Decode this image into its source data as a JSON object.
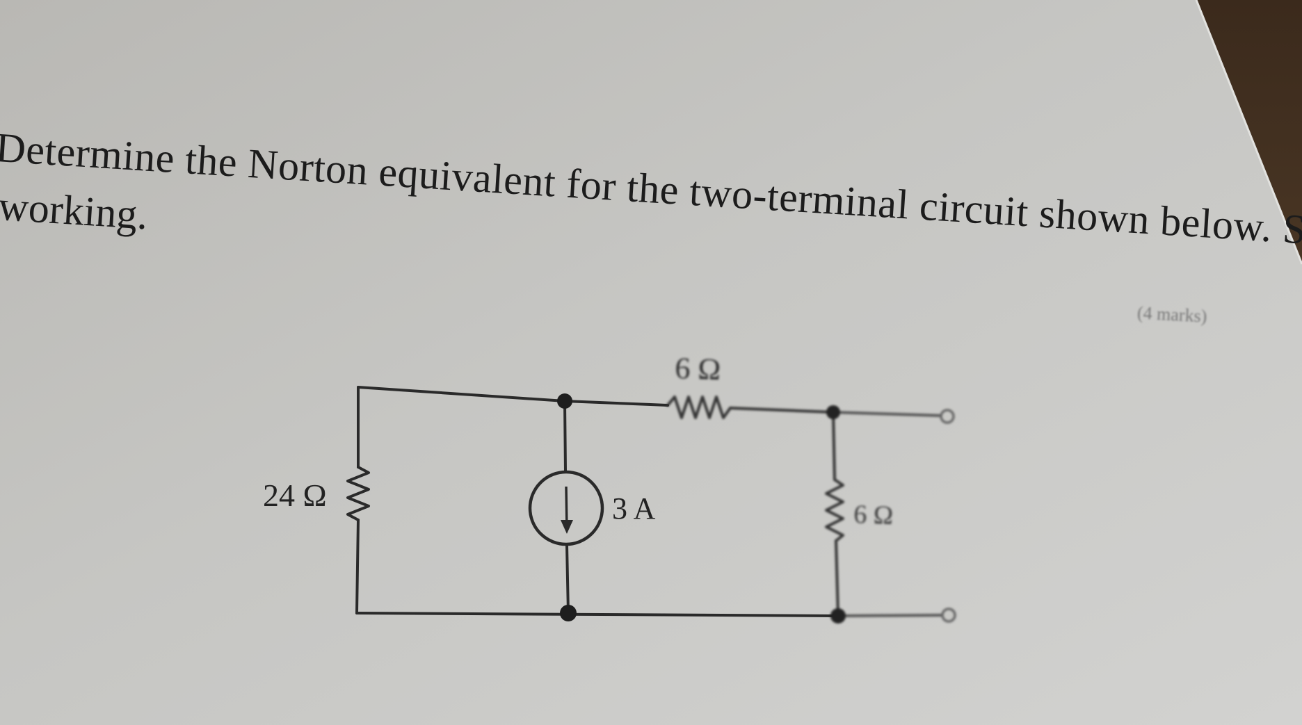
{
  "question": {
    "line1_part1": "Determine the Norton equivalent for the two-terminal circuit shown below. Show all",
    "line2": "working.",
    "marks": "(4 marks)"
  },
  "circuit": {
    "left_resistor_label": "24 Ω",
    "top_resistor_label": "6 Ω",
    "right_resistor_label": "6 Ω",
    "current_source_label": "3 A",
    "colors": {
      "wire": "#2a2a2a",
      "paper": "#c9c9c6"
    }
  }
}
